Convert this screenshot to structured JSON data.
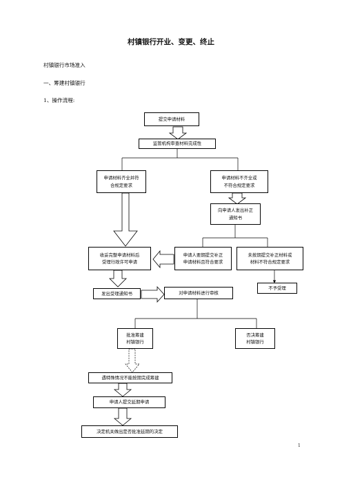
{
  "doc": {
    "title": "村镇银行开业、变更、终止",
    "para1": "村镇银行市场准入",
    "para2": "一、筹建村镇银行",
    "para3": "1、操作流程:",
    "page_number": "1"
  },
  "flow": {
    "submit": "提交申请材料",
    "review_complete": "监管机构审查材料完成性",
    "complete_line1": "申请材料齐全并符",
    "complete_line2": "合规定要求",
    "incomplete_line1": "申请材料不齐全或",
    "incomplete_line2": "不符合规定要求",
    "notify_line1": "向申请人发出补正",
    "notify_line2": "通知书",
    "accept_line1": "收妥完整申请材料后",
    "accept_line2": "受理行政许可申请",
    "supplemented_line1": "申请人要期提交补正",
    "supplemented_line2": "申请材料且符合要求",
    "not_supplemented_line1": "未按期提交补正材料或",
    "not_supplemented_line2": "材料不符合规定要求",
    "reject": "不予受理",
    "issue_notice": "发出受理通知书",
    "examine": "对申请材料进行审核",
    "approve_line1": "批准筹建",
    "approve_line2": "村镇银行",
    "deny_line1": "否决筹建",
    "deny_line2": "村镇银行",
    "cannot_finish": "遇特殊情况不能按期完成筹建",
    "apply_extension": "申请人提交延期申请",
    "decision": "决定机关做出是否批准延期的决定"
  }
}
